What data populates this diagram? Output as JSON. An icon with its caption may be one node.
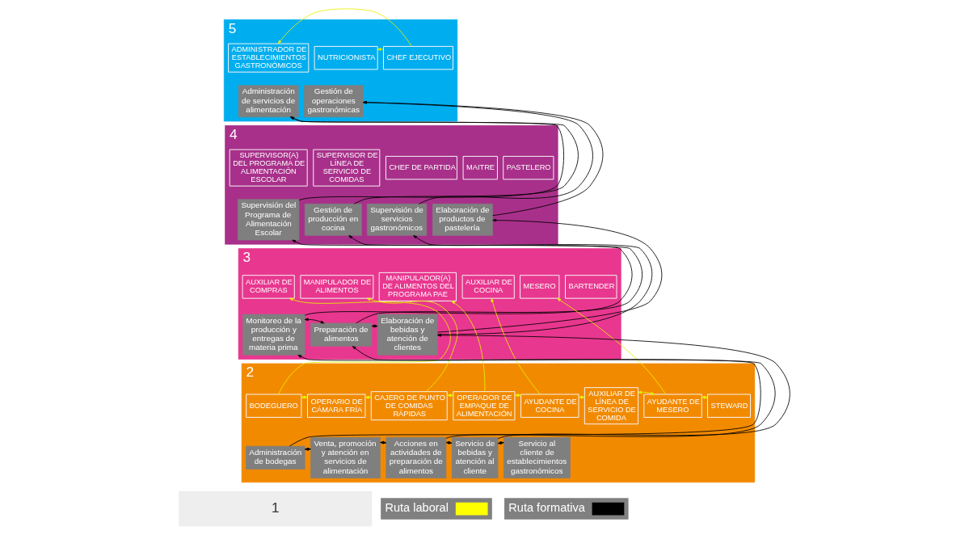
{
  "diagram": {
    "nodes": [
      {
        "text": [
          "5"
        ]
      },
      {
        "text": [
          "ADMINISTRADOR DE ESTABLECIMIENTOS GASTRONÓMICOS"
        ],
        "in": 0
      },
      {
        "text": [
          "NUTRICIONISTA"
        ],
        "in": 0
      },
      {
        "text": [
          "CHEF EJECUTIVO"
        ],
        "in": 0
      },
      {
        "text": [
          "Administración de servicios de alimentación"
        ],
        "in": 0
      },
      {
        "text": [
          "Gestión de operaciones gastronómicas"
        ],
        "in": 0
      },
      {
        "text": [
          "4"
        ]
      },
      {
        "text": [
          "SUPERVISOR(A) DEL PROGRAMA DE ALIMENTACIÓN ESCOLAR"
        ],
        "in": 6
      },
      {
        "text": [
          "SUPERVISOR DE LÍNEA DE SERVICIO DE COMIDAS"
        ],
        "in": 6
      },
      {
        "text": [
          "CHEF DE PARTIDA"
        ],
        "in": 6
      },
      {
        "text": [
          "MAITRE"
        ],
        "in": 6
      },
      {
        "text": [
          "PASTELERO"
        ],
        "in": 6
      },
      {
        "text": [
          "Supervisión del Programa de Alimentación Escolar"
        ],
        "in": 6
      },
      {
        "text": [
          "Gestión de producción en cocina"
        ],
        "in": 6
      },
      {
        "text": [
          "Supervisión de servicios gastronómicos"
        ],
        "in": 6
      },
      {
        "text": [
          "Elaboración de productos de pastelería"
        ],
        "in": 6
      },
      {
        "text": [
          "3"
        ]
      },
      {
        "text": [
          "AUXILIAR DE COMPRAS"
        ],
        "in": 16
      },
      {
        "text": [
          "MANIPULADOR DE ALIMENTOS"
        ],
        "in": 16
      },
      {
        "text": [
          "MANIPULADOR(A) DE ALIMENTOS DEL PROGRAMA PAE"
        ],
        "in": 16
      },
      {
        "text": [
          "AUXILIAR DE COCINA"
        ],
        "in": 16
      },
      {
        "text": [
          "MESERO"
        ],
        "in": 16
      },
      {
        "text": [
          "BARTENDER"
        ],
        "in": 16
      },
      {
        "text": [
          "Monitoreo de la producción y entregas de materia prima"
        ],
        "in": 16
      },
      {
        "text": [
          "Preparación de alimentos"
        ],
        "in": 16
      },
      {
        "text": [
          "Elaboración de bebidas y atención de clientes"
        ],
        "in": 16
      },
      {
        "text": [
          "2"
        ]
      },
      {
        "text": [
          "BODEGUERO"
        ],
        "in": 26
      },
      {
        "text": [
          "OPERARIO DE CÁMARA FRÍA"
        ],
        "in": 26
      },
      {
        "text": [
          "CAJERO DE PUNTO DE COMIDAS RÁPIDAS"
        ],
        "in": 26
      },
      {
        "text": [
          "OPERADOR DE EMPAQUE DE ALIMENTACIÓN"
        ],
        "in": 26
      },
      {
        "text": [
          "AYUDANTE DE COCINA"
        ],
        "in": 26
      },
      {
        "text": [
          "AUXILIAR DE LÍNEA DE SERVICIO DE COMIDA"
        ],
        "in": 26
      },
      {
        "text": [
          "AYUDANTE DE MESERO"
        ],
        "in": 26
      },
      {
        "text": [
          "STEWARD"
        ],
        "in": 26
      },
      {
        "text": [
          "Administración de bodegas"
        ],
        "in": 26
      },
      {
        "text": [
          "Venta, promoción y atención en servicios de alimentación"
        ],
        "in": 26
      },
      {
        "text": [
          "Acciones en actividades de preparación de alimentos"
        ],
        "in": 26
      },
      {
        "text": [
          "Servicio de bebidas y atención al cliente"
        ],
        "in": 26
      },
      {
        "text": [
          "Servicio al cliente de establecimientos gastronómicos"
        ],
        "in": 26
      },
      {
        "text": [
          "1"
        ]
      }
    ],
    "edges": [
      {
        "from": 3,
        "to": 2,
        "arrow": "to",
        "color": "#e8f000"
      },
      {
        "from": 3,
        "to": 1,
        "arrow": "to",
        "color": "#e8f000"
      },
      {
        "from": 27,
        "to": 28,
        "arrow": "both",
        "color": "#e8f000"
      },
      {
        "from": 28,
        "to": 29,
        "arrow": "both",
        "color": "#e8f000"
      },
      {
        "from": 29,
        "to": 30,
        "arrow": "both",
        "color": "#e8f000"
      },
      {
        "from": 30,
        "to": 31,
        "arrow": "both",
        "color": "#e8f000"
      },
      {
        "from": 31,
        "to": 32,
        "arrow": "both",
        "color": "#e8f000"
      },
      {
        "from": 32,
        "to": 33,
        "arrow": "both",
        "color": "#e8f000"
      },
      {
        "from": 33,
        "to": 34,
        "arrow": "both",
        "color": "#e8f000"
      },
      {
        "from": 27,
        "to": 17,
        "arrow": "to",
        "color": "#e8f000"
      },
      {
        "from": 29,
        "to": 18,
        "arrow": "to",
        "color": "#e8f000"
      },
      {
        "from": 30,
        "to": 19,
        "arrow": "to",
        "color": "#e8f000"
      },
      {
        "from": 31,
        "to": 20,
        "arrow": "to",
        "color": "#e8f000"
      },
      {
        "from": 33,
        "to": 21,
        "arrow": "to",
        "color": "#e8f000"
      },
      {
        "from": 35,
        "to": 36,
        "arrow": "both",
        "color": "#000000"
      },
      {
        "from": 36,
        "to": 37,
        "arrow": "both",
        "color": "#000000"
      },
      {
        "from": 37,
        "to": 38,
        "arrow": "both",
        "color": "#000000"
      },
      {
        "from": 38,
        "to": 39,
        "arrow": "both",
        "color": "#000000"
      },
      {
        "from": 35,
        "to": 23,
        "arrow": "to",
        "color": "#000000"
      },
      {
        "from": 37,
        "to": 24,
        "arrow": "to",
        "color": "#000000"
      },
      {
        "from": 38,
        "to": 25,
        "arrow": "to",
        "color": "#000000"
      },
      {
        "from": 23,
        "to": 24,
        "arrow": "both",
        "color": "#000000"
      },
      {
        "from": 24,
        "to": 25,
        "arrow": "both",
        "color": "#000000"
      },
      {
        "from": 23,
        "to": 12,
        "arrow": "to",
        "color": "#000000"
      },
      {
        "from": 24,
        "to": 13,
        "arrow": "to",
        "color": "#000000"
      },
      {
        "from": 25,
        "to": 14,
        "arrow": "to",
        "color": "#000000"
      },
      {
        "from": 25,
        "to": 15,
        "arrow": "to",
        "color": "#000000"
      },
      {
        "from": 12,
        "to": 4,
        "arrow": "to",
        "color": "#000000"
      },
      {
        "from": 13,
        "to": 4,
        "arrow": "to",
        "color": "#000000"
      },
      {
        "from": 14,
        "to": 5,
        "arrow": "to",
        "color": "#000000"
      },
      {
        "from": 15,
        "to": 5,
        "arrow": "to",
        "color": "#000000"
      }
    ],
    "legend": [
      {
        "text": "Ruta laboral"
      },
      {
        "text": "Ruta formativa"
      }
    ]
  }
}
